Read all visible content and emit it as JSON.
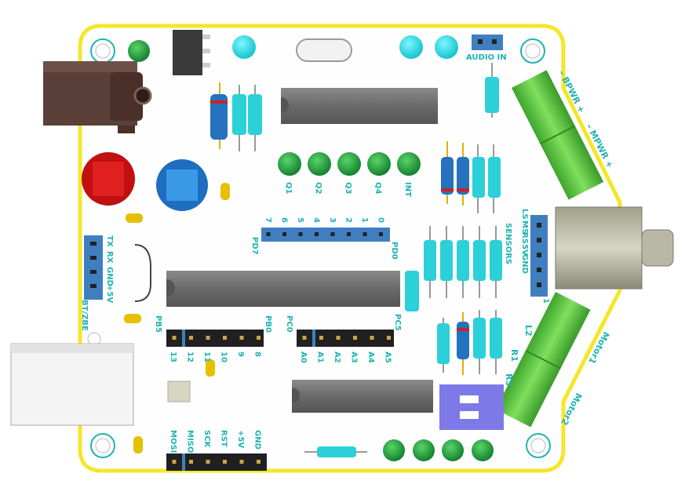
{
  "colors": {
    "board": "#fefefe",
    "outline": "#f5e62a",
    "silkscreen": "#1fb3b3",
    "terminal_green": "#56c43d",
    "header_blue": "#3f7fc0",
    "ic_gray": "#6a6a6a",
    "led_green": "#1f9a3a",
    "led_cyan": "#17d4e0",
    "button_red": "#d81818",
    "button_blue": "#2a8ee0",
    "dip_switch": "#7d79e6"
  },
  "labels": {
    "audio_in": "AUDIO IN",
    "bpwr": "– BPWR +",
    "mpwr": "– MPWR +",
    "motor1": "Motor1",
    "motor2": "Motor2",
    "l2": "L2",
    "r1": "R1",
    "r3": "R3",
    "sensors": "SENSORS",
    "bt_zbee": "BT/ZBE",
    "pd7": "PD7",
    "pd0": "PD0",
    "pb5": "PB5",
    "pb0": "PB0",
    "pc0": "PC0",
    "pc5": "PC5",
    "page_one": "1"
  },
  "led_labels": [
    "Q1",
    "Q2",
    "Q3",
    "Q4",
    "INT"
  ],
  "portd_pins": [
    "7",
    "6",
    "5",
    "4",
    "3",
    "2",
    "1",
    "0"
  ],
  "portb_pins": [
    "13",
    "12",
    "11",
    "10",
    "9",
    "8"
  ],
  "portc_pins": [
    "A0",
    "A1",
    "A2",
    "A3",
    "A4",
    "A5"
  ],
  "serial_pins": [
    "TX",
    "RX",
    "GND",
    "+5V"
  ],
  "sensor_pins": [
    "LS",
    "MS",
    "RS",
    "5V",
    "GND"
  ],
  "isp_pins": [
    "MOSI",
    "MISO",
    "SCK",
    "RST",
    "+5V",
    "GND"
  ]
}
